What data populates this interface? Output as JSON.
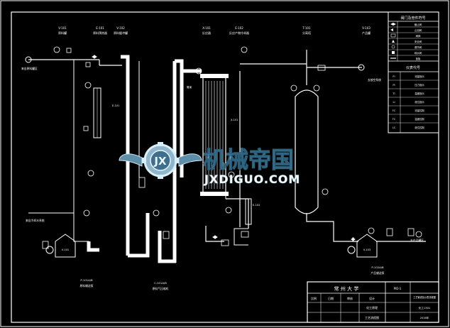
{
  "top_labels": [
    {
      "tag": "V-101",
      "name": "原料罐"
    },
    {
      "tag": "E-101",
      "name": "原料预热器"
    },
    {
      "tag": "V-102",
      "name": "原料缓冲罐"
    },
    {
      "tag": "X-101",
      "name": "反应器"
    },
    {
      "tag": "E-102",
      "name": "反应产物冷却器"
    },
    {
      "tag": "T-101",
      "name": "分离塔"
    },
    {
      "tag": "V-103",
      "name": "产品罐"
    }
  ],
  "legend": {
    "title": "阀门及管件符号",
    "subtitle": "仪表代号",
    "symbol_rows": [
      "截止阀",
      "止回阀",
      "闸阀",
      "安全阀",
      "调节阀",
      "疏水阀",
      "盲板"
    ],
    "code_rows": [
      {
        "code": "FI",
        "name": "流量指示"
      },
      {
        "code": "PI",
        "name": "压力指示"
      },
      {
        "code": "TI",
        "name": "温度指示"
      },
      {
        "code": "LI",
        "name": "液位指示"
      },
      {
        "code": "FC",
        "name": "流量控制"
      },
      {
        "code": "TC",
        "name": "温度控制"
      },
      {
        "code": "LC",
        "name": "液位控制"
      }
    ]
  },
  "stream_labels": {
    "feed_in": "来自原料罐区",
    "cooling_in": "来自冷却水系统",
    "to_gas": "去放空系统",
    "to_storage": "去产品罐区"
  },
  "equipment_labels": {
    "pump_left": "P-101A/B",
    "pump_left_name": "原料输送泵",
    "col_mid": "C-101A/B",
    "col_mid_name": "原料气压缩机",
    "exch_tag": "E-101",
    "exch2_tag": "E-102",
    "tag_v101": "V-101",
    "tag_v103": "V-103",
    "pump_right": "P-102A/B",
    "pump_right_name": "产品输送泵",
    "react_tag": "X-101",
    "tube_label": "管束"
  },
  "watermark": {
    "title": "机械帝国",
    "url": "JXDIGUO.COM",
    "badge": "JX"
  },
  "title_block": {
    "school": "常 州 大 学",
    "subject": "化工原理",
    "drawing": "工艺流程图",
    "cells": [
      "比例",
      "日期",
      "审核",
      "设计"
    ],
    "right1": "PID-1",
    "right2": "工艺管道及仪表流程图",
    "right3": "化工1301",
    "right4": "2016年"
  }
}
